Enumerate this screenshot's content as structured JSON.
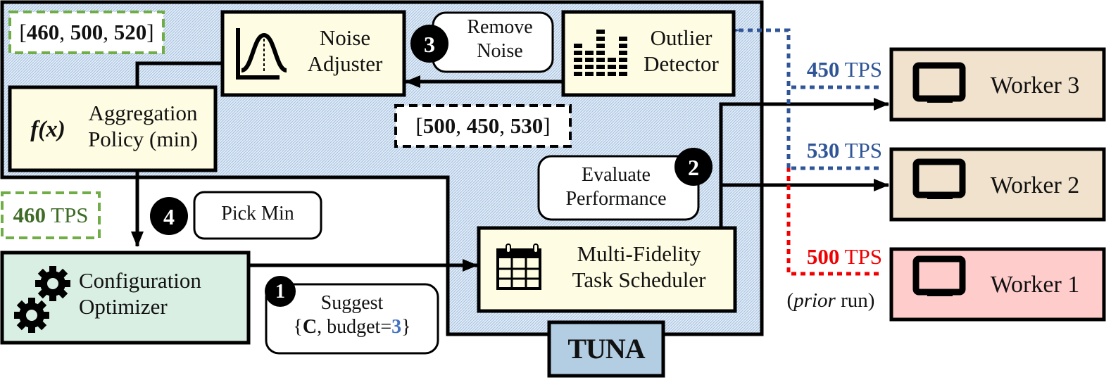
{
  "title": "TUNA",
  "colors": {
    "container_fill": "#dbe7f4",
    "component_fill": "#fefce2",
    "optimizer_fill": "#d9efe3",
    "worker_fill": "#f0e2cc",
    "worker_prior_fill": "#ffcccc",
    "tuna_label_fill": "#b3cee3",
    "blue_metric": "#2f5597",
    "red_metric": "#f00000",
    "green_metric": "#3e6b26",
    "green_dash": "#70ad47"
  },
  "components": {
    "noise_adjuster": {
      "line1": "Noise",
      "line2": "Adjuster",
      "icon": "bell-curve-icon"
    },
    "outlier_detector": {
      "line1": "Outlier",
      "line2": "Detector",
      "icon": "bar-histogram-icon"
    },
    "aggregation_policy": {
      "fx": "f(x)",
      "line1": "Aggregation",
      "line2": "Policy (min)"
    },
    "task_scheduler": {
      "line1": "Multi-Fidelity",
      "line2": "Task Scheduler",
      "icon": "calendar-icon"
    },
    "optimizer": {
      "line1": "Configuration",
      "line2": "Optimizer",
      "icon": "gears-icon"
    }
  },
  "steps": [
    {
      "num": "1",
      "line1": "Suggest",
      "line2_prefix": "{",
      "line2_bold": "C",
      "line2_mid": ", budget=",
      "line2_highlight": "3",
      "line2_suffix": "}"
    },
    {
      "num": "2",
      "line1": "Evaluate",
      "line2": "Performance"
    },
    {
      "num": "3",
      "line1": "Remove",
      "line2": "Noise"
    },
    {
      "num": "4",
      "line1": "Pick Min"
    }
  ],
  "values": {
    "filtered": {
      "open": "[",
      "items": [
        "460",
        "500",
        "520"
      ],
      "sep": ", ",
      "close": "]"
    },
    "raw": {
      "open": "[",
      "items": [
        "500",
        "450",
        "530"
      ],
      "sep": ", ",
      "close": "]"
    },
    "result": {
      "value": "460",
      "unit": " TPS"
    }
  },
  "workers": [
    {
      "name": "Worker 3",
      "tps": "450",
      "unit": " TPS",
      "icon": "monitor-icon",
      "status": "current"
    },
    {
      "name": "Worker 2",
      "tps": "530",
      "unit": " TPS",
      "icon": "monitor-icon",
      "status": "current"
    },
    {
      "name": "Worker 1",
      "tps": "500",
      "unit": " TPS",
      "icon": "monitor-icon",
      "status": "prior"
    }
  ],
  "prior_note": {
    "open": "(",
    "italic": "prior",
    "rest": " run)"
  }
}
